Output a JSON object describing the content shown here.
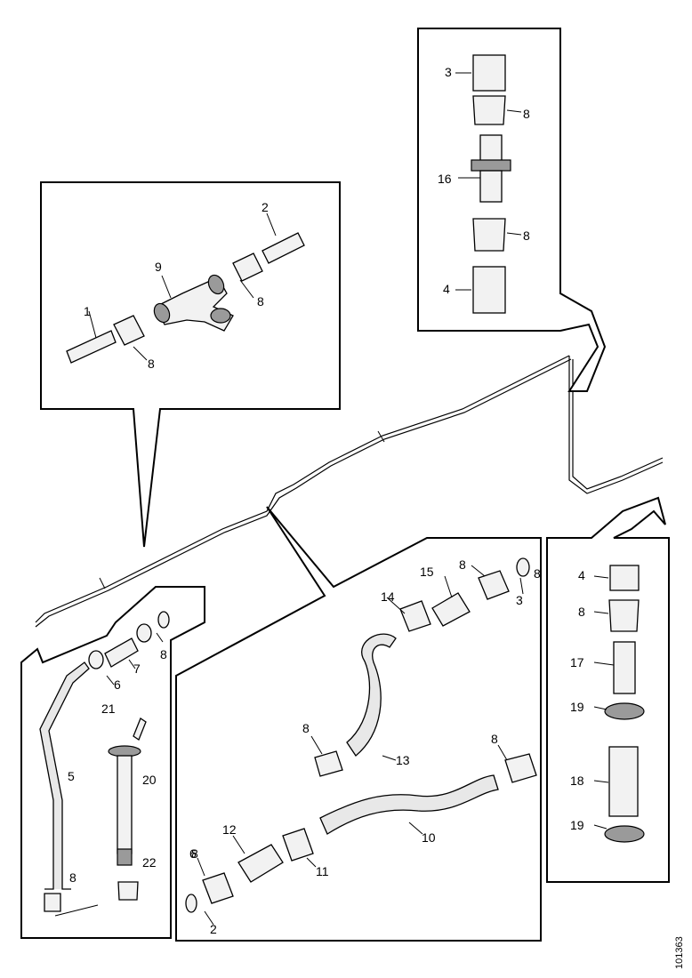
{
  "diagram": {
    "labels": {
      "p1": "1",
      "p2a": "2",
      "p2b": "2",
      "p3a": "3",
      "p3b": "3",
      "p4a": "4",
      "p4b": "4",
      "p5": "5",
      "p6a": "6",
      "p6b": "6",
      "p7": "7",
      "p9": "9",
      "p10": "10",
      "p11": "11",
      "p12": "12",
      "p13": "13",
      "p14": "14",
      "p15": "15",
      "p16": "16",
      "p17": "17",
      "p18": "18",
      "p19a": "19",
      "p19b": "19",
      "p20": "20",
      "p21": "21",
      "p22": "22",
      "p8a": "8",
      "p8b": "8",
      "p8c": "8",
      "p8d": "8",
      "p8e": "8",
      "p8f": "8",
      "p8g": "8",
      "p8h": "8",
      "p8i": "8",
      "p8j": "8",
      "p8k": "8",
      "p8l": "8"
    },
    "figure_id": "101363"
  }
}
